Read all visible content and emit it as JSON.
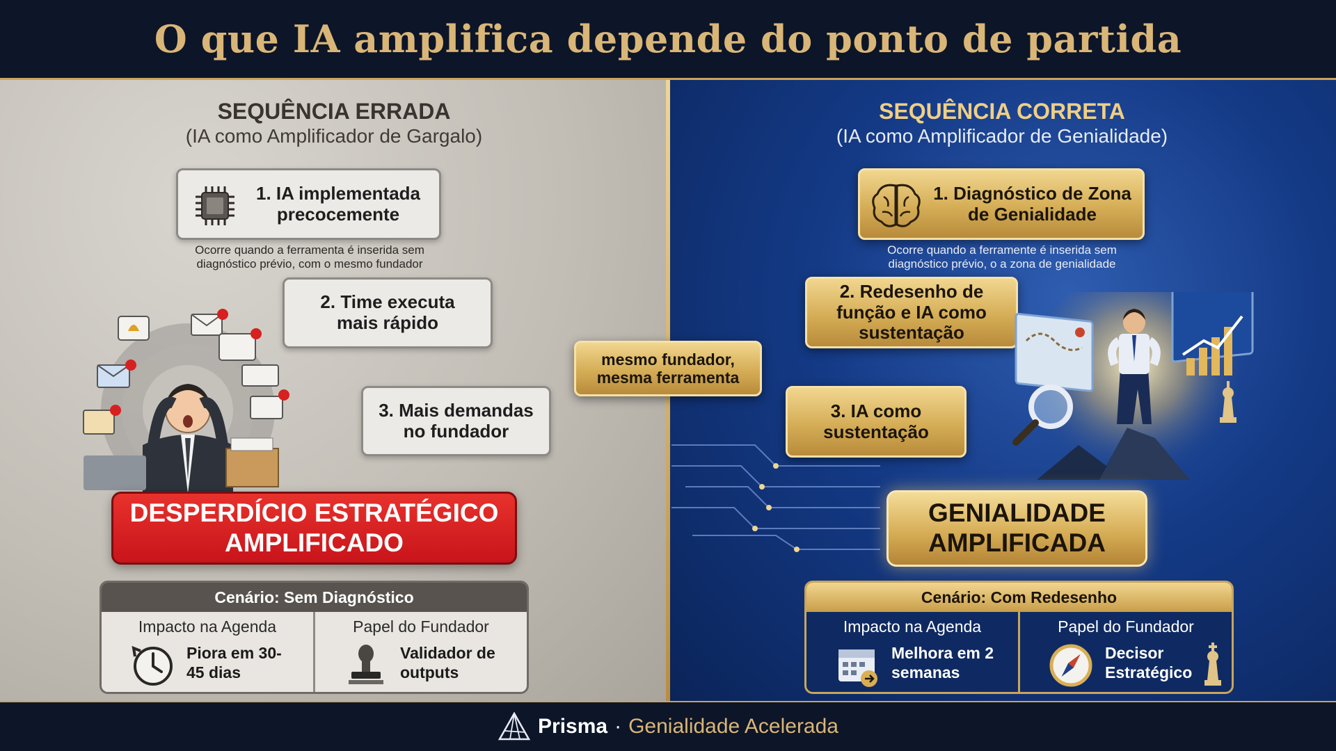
{
  "header": {
    "title": "O que IA amplifica depende do ponto de partida"
  },
  "left": {
    "title": "SEQUÊNCIA ERRADA",
    "subtitle": "(IA como Amplificador de Gargalo)",
    "step1": "1. IA implementada precocemente",
    "step1_note": "Ocorre quando a ferramenta é inserida sem diagnóstico prévio, com o mesmo fundador",
    "step2": "2. Time executa mais rápido",
    "step3": "3. Mais demandas no fundador",
    "banner": "DESPERDÍCIO ESTRATÉGICO AMPLIFICADO",
    "panel": {
      "title": "Cenário: Sem Diagnóstico",
      "cell1_title": "Impacto na Agenda",
      "cell1_value": "Piora em 30-45 dias",
      "cell2_title": "Papel do Fundador",
      "cell2_value": "Validador de outputs"
    }
  },
  "center": {
    "label": "mesmo fundador, mesma ferramenta"
  },
  "right": {
    "title": "SEQUÊNCIA CORRETA",
    "subtitle": "(IA como Amplificador de Genialidade)",
    "step1": "1. Diagnóstico de Zona de Genialidade",
    "step1_note": "Ocorre quando a ferramente é inserida sem diagnóstico prévio, o a zona de genialidade",
    "step2": "2. Redesenho de função e IA como sustentação",
    "step3": "3. IA como sustentação",
    "banner": "GENIALIDADE AMPLIFICADA",
    "panel": {
      "title": "Cenário: Com Redesenho",
      "cell1_title": "Impacto na Agenda",
      "cell1_value": "Melhora em 2 semanas",
      "cell2_title": "Papel do Fundador",
      "cell2_value": "Decisor Estratégico"
    }
  },
  "footer": {
    "brand": "Prisma",
    "separator": "·",
    "tagline": "Genialidade Acelerada"
  },
  "icons": [
    "chip-icon",
    "brain-icon",
    "clock-icon",
    "stamp-icon",
    "calendar-icon",
    "compass-icon",
    "chess-king-icon",
    "prism-logo-icon"
  ],
  "colors": {
    "gold": "#d9b677",
    "navy": "#0d1528",
    "red": "#d41f22",
    "blue": "#143a86",
    "grey": "#c2beb6"
  }
}
